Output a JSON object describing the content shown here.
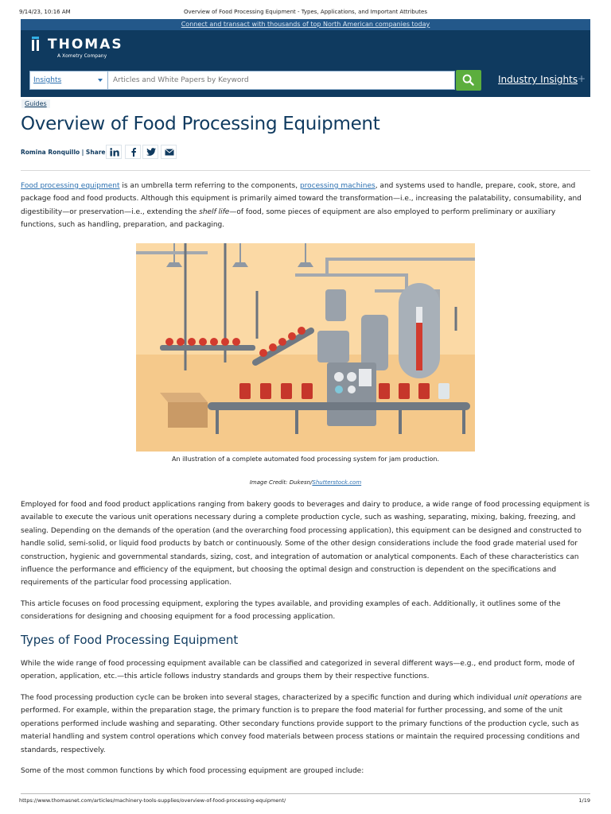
{
  "print": {
    "datetime": "9/14/23, 10:16 AM",
    "title": "Overview of Food Processing Equipment - Types, Applications, and Important Attributes",
    "url": "https://www.thomasnet.com/articles/machinery-tools-supplies/overview-of-food-processing-equipment/",
    "page": "1/19"
  },
  "topbar": {
    "text": "Connect and transact with thousands of top North American companies today"
  },
  "brand": {
    "name": "THOMAS",
    "sub": "A Xometry Company",
    "icon": "thomas-logo-icon"
  },
  "search": {
    "category": "Insights",
    "placeholder": "Articles and White Papers by Keyword",
    "button_icon": "search-icon",
    "nav_link": "Industry Insights",
    "nav_plus": "+"
  },
  "article": {
    "tag": "Guides",
    "title": "Overview of Food Processing Equipment",
    "author": "Romina Ronquillo",
    "share_label": "| Share:",
    "share_icons": [
      "linkedin-icon",
      "facebook-icon",
      "twitter-icon",
      "email-icon"
    ],
    "intro": {
      "link1": "Food processing equipment",
      "t1": " is an umbrella term referring to the components, ",
      "link2": "processing machines",
      "t2": ", and systems used to handle, prepare, cook, store, and package food and food products. Although this equipment is primarily aimed toward the transformation—i.e., increasing the palatability, consumability, and digestibility—or preservation—i.e., extending the ",
      "em": "shelf life",
      "t3": "—of food, some pieces of equipment are also employed to perform preliminary or auxiliary functions, such as handling, preparation, and packaging."
    },
    "figure": {
      "caption": "An illustration of a complete automated food processing system for jam production.",
      "credit_prefix": "Image Credit: Dukesn/",
      "credit_link": "Shutterstock.com"
    },
    "p2": "Employed for food and food product applications ranging from bakery goods to beverages and dairy to produce, a wide range of food processing equipment is available to execute the various unit operations necessary during a complete production cycle, such as washing, separating, mixing, baking, freezing, and sealing. Depending on the demands of the operation (and the overarching food processing application), this equipment can be designed and constructed to handle solid, semi-solid, or liquid food products by batch or continuously. Some of the other design considerations include the food grade material used for construction, hygienic and governmental standards, sizing, cost, and integration of automation or analytical components. Each of these characteristics can influence the performance and efficiency of the equipment, but choosing the optimal design and construction is dependent on the specifications and requirements of the particular food processing application.",
    "p3": "This article focuses on food processing equipment, exploring the types available, and providing examples of each. Additionally, it outlines some of the considerations for designing and choosing equipment for a food processing application.",
    "h2": "Types of Food Processing Equipment",
    "p4": "While the wide range of food processing equipment available can be classified and categorized in several different ways—e.g., end product form, mode of operation, application, etc.—this article follows industry standards and groups them by their respective functions.",
    "p5": {
      "t1": "The food processing production cycle can be broken into several stages, characterized by a specific function and during which individual ",
      "em": "unit operations",
      "t2": " are performed. For example, within the preparation stage, the primary function is to prepare the food material for further processing, and some of the unit operations performed include washing and separating. Other secondary functions provide support to the primary functions of the production cycle, such as material handling and system control operations which convey food materials between process stations or maintain the required processing conditions and standards, respectively."
    },
    "p6": "Some of the most common functions by which food processing equipment are grouped include:"
  },
  "colors": {
    "navy": "#0f3a5f",
    "topbar": "#23588a",
    "link": "#2a6fb0",
    "search_button": "#5cae3d",
    "illustration_bg": "#fbd9a5"
  }
}
